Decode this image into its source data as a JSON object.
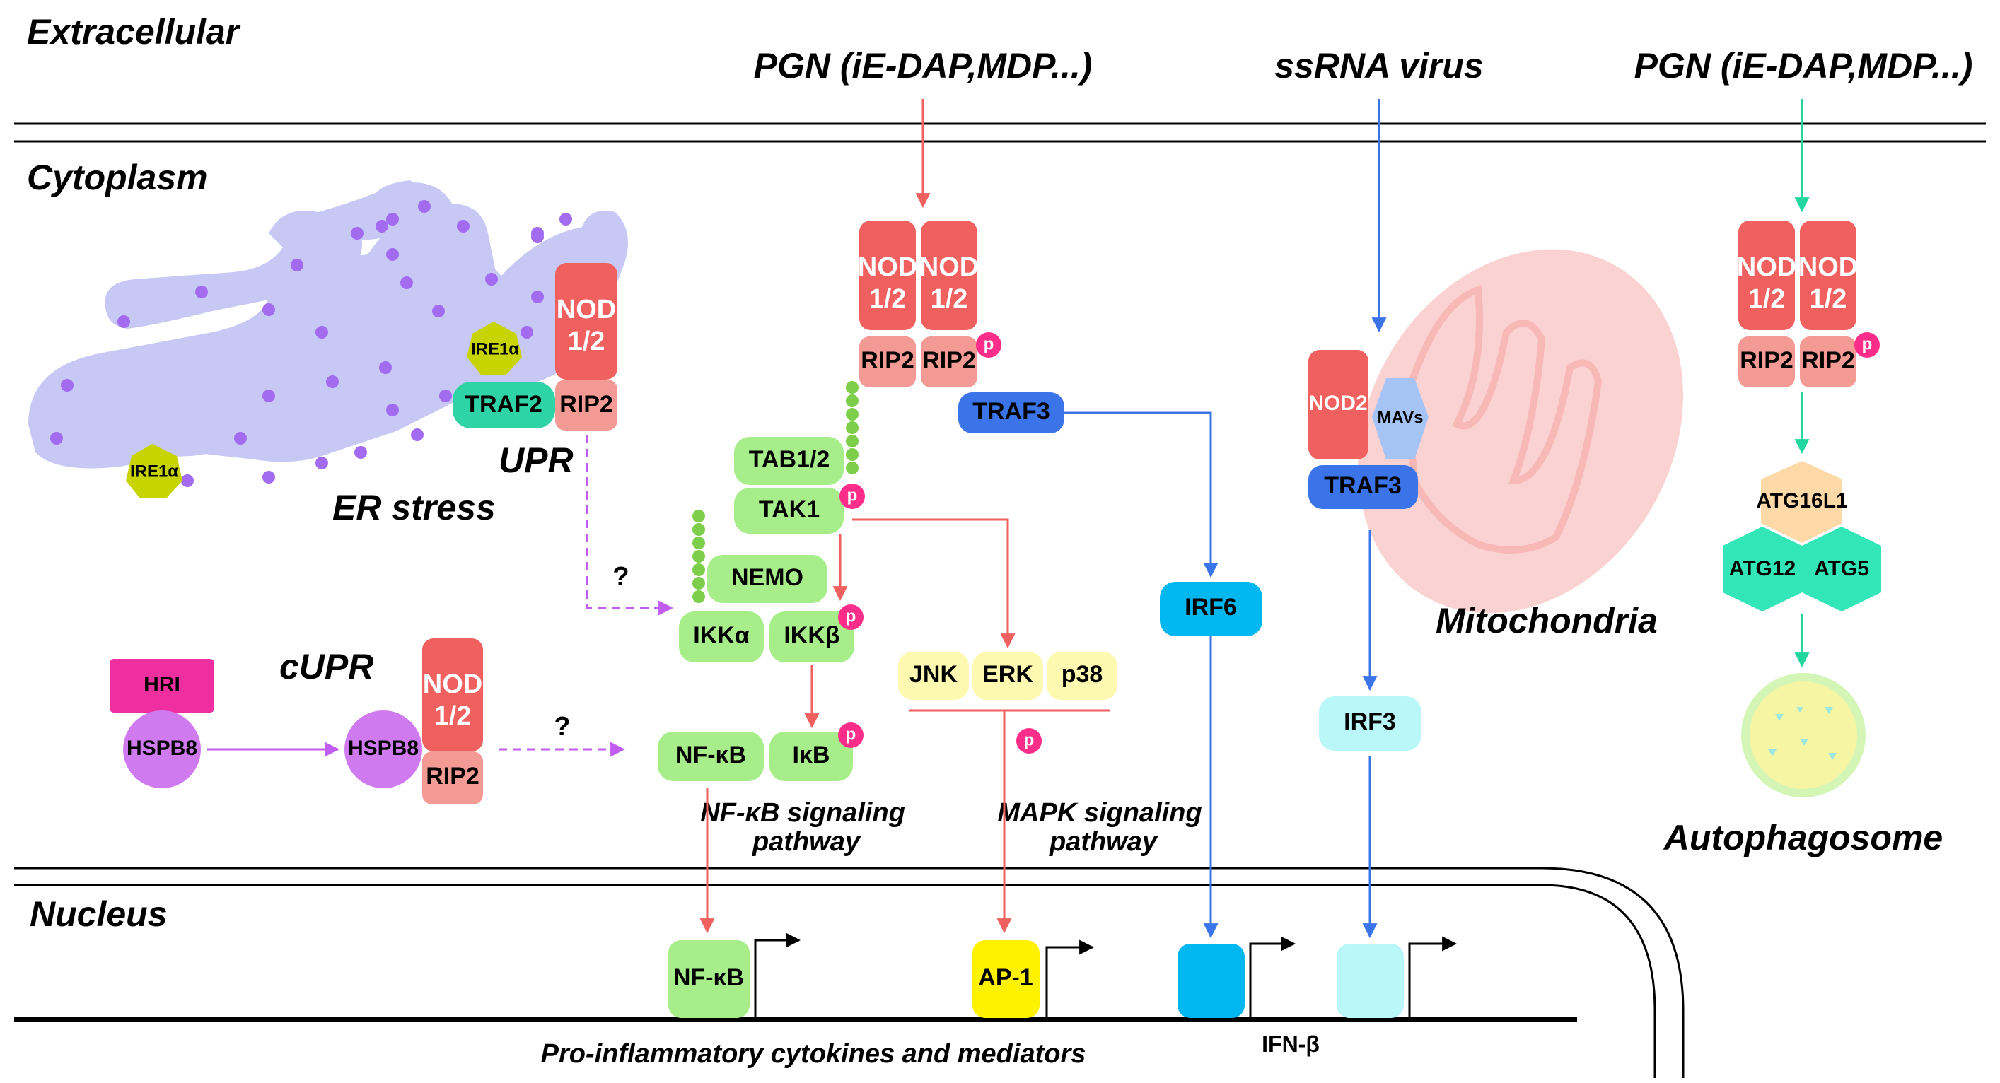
{
  "regions": {
    "extracellular": "Extracellular",
    "cytoplasm": "Cytoplasm",
    "nucleus": "Nucleus"
  },
  "stimuli": {
    "pgn_center": "PGN (iE-DAP,MDP...)",
    "ssrna": "ssRNA virus",
    "pgn_right": "PGN (iE-DAP,MDP...)"
  },
  "organelles": {
    "er_stress": "ER stress",
    "upr": "UPR",
    "cupr": "cUPR",
    "mitochondria": "Mitochondria",
    "autophagosome": "Autophagosome"
  },
  "proteins": {
    "nod": "NOD",
    "nod_sub": "1/2",
    "nod2": "NOD2",
    "rip2": "RIP2",
    "traf2": "TRAF2",
    "traf3": "TRAF3",
    "ire1a": "IRE1α",
    "hri": "HRI",
    "hspb8": "HSPB8",
    "tab12": "TAB1/2",
    "tak1": "TAK1",
    "nemo": "NEMO",
    "ikka": "IKKα",
    "ikkb": "IKKβ",
    "nfkb": "NF-κB",
    "ikb": "IκB",
    "jnk": "JNK",
    "erk": "ERK",
    "p38": "p38",
    "irf6": "IRF6",
    "irf3": "IRF3",
    "mavs": "MAVs",
    "atg16l1": "ATG16L1",
    "atg12": "ATG12",
    "atg5": "ATG5",
    "ap1": "AP-1",
    "phospho": "p"
  },
  "pathways": {
    "nfkb_line1": "NF-κB signaling",
    "nfkb_line2": "pathway",
    "mapk_line1": "MAPK signaling",
    "mapk_line2": "pathway"
  },
  "outputs": {
    "cytokines": "Pro-inflammatory cytokines and mediators",
    "ifnb": "IFN-β"
  },
  "unknown_link": "?",
  "colors": {
    "nod": "#f0605e",
    "rip2": "#f49a94",
    "green_light": "#a7ee8a",
    "yellow_light": "#fdf9b0",
    "traf3_blue": "#3a74e8",
    "irf6_cyan": "#00b7ef",
    "irf3_cyan": "#b9f7f9",
    "traf2_teal": "#2fd4a6",
    "hri_magenta": "#ef2f9f",
    "hspb8_violet": "#cf7bef",
    "ire_olive": "#c8d400",
    "er_lavender": "#c7c8f3",
    "er_dot": "#a36bf0",
    "mito": "#fbd2d2",
    "atg16_peach": "#fdd9a7",
    "atg_teal": "#32e6b8",
    "ap1_yellow": "#fff200",
    "p_badge": "#ff2d8a",
    "arrow_red": "#f0605e",
    "arrow_blue": "#3a74e8",
    "arrow_teal": "#22d69f",
    "arrow_violet": "#c05cf0"
  }
}
